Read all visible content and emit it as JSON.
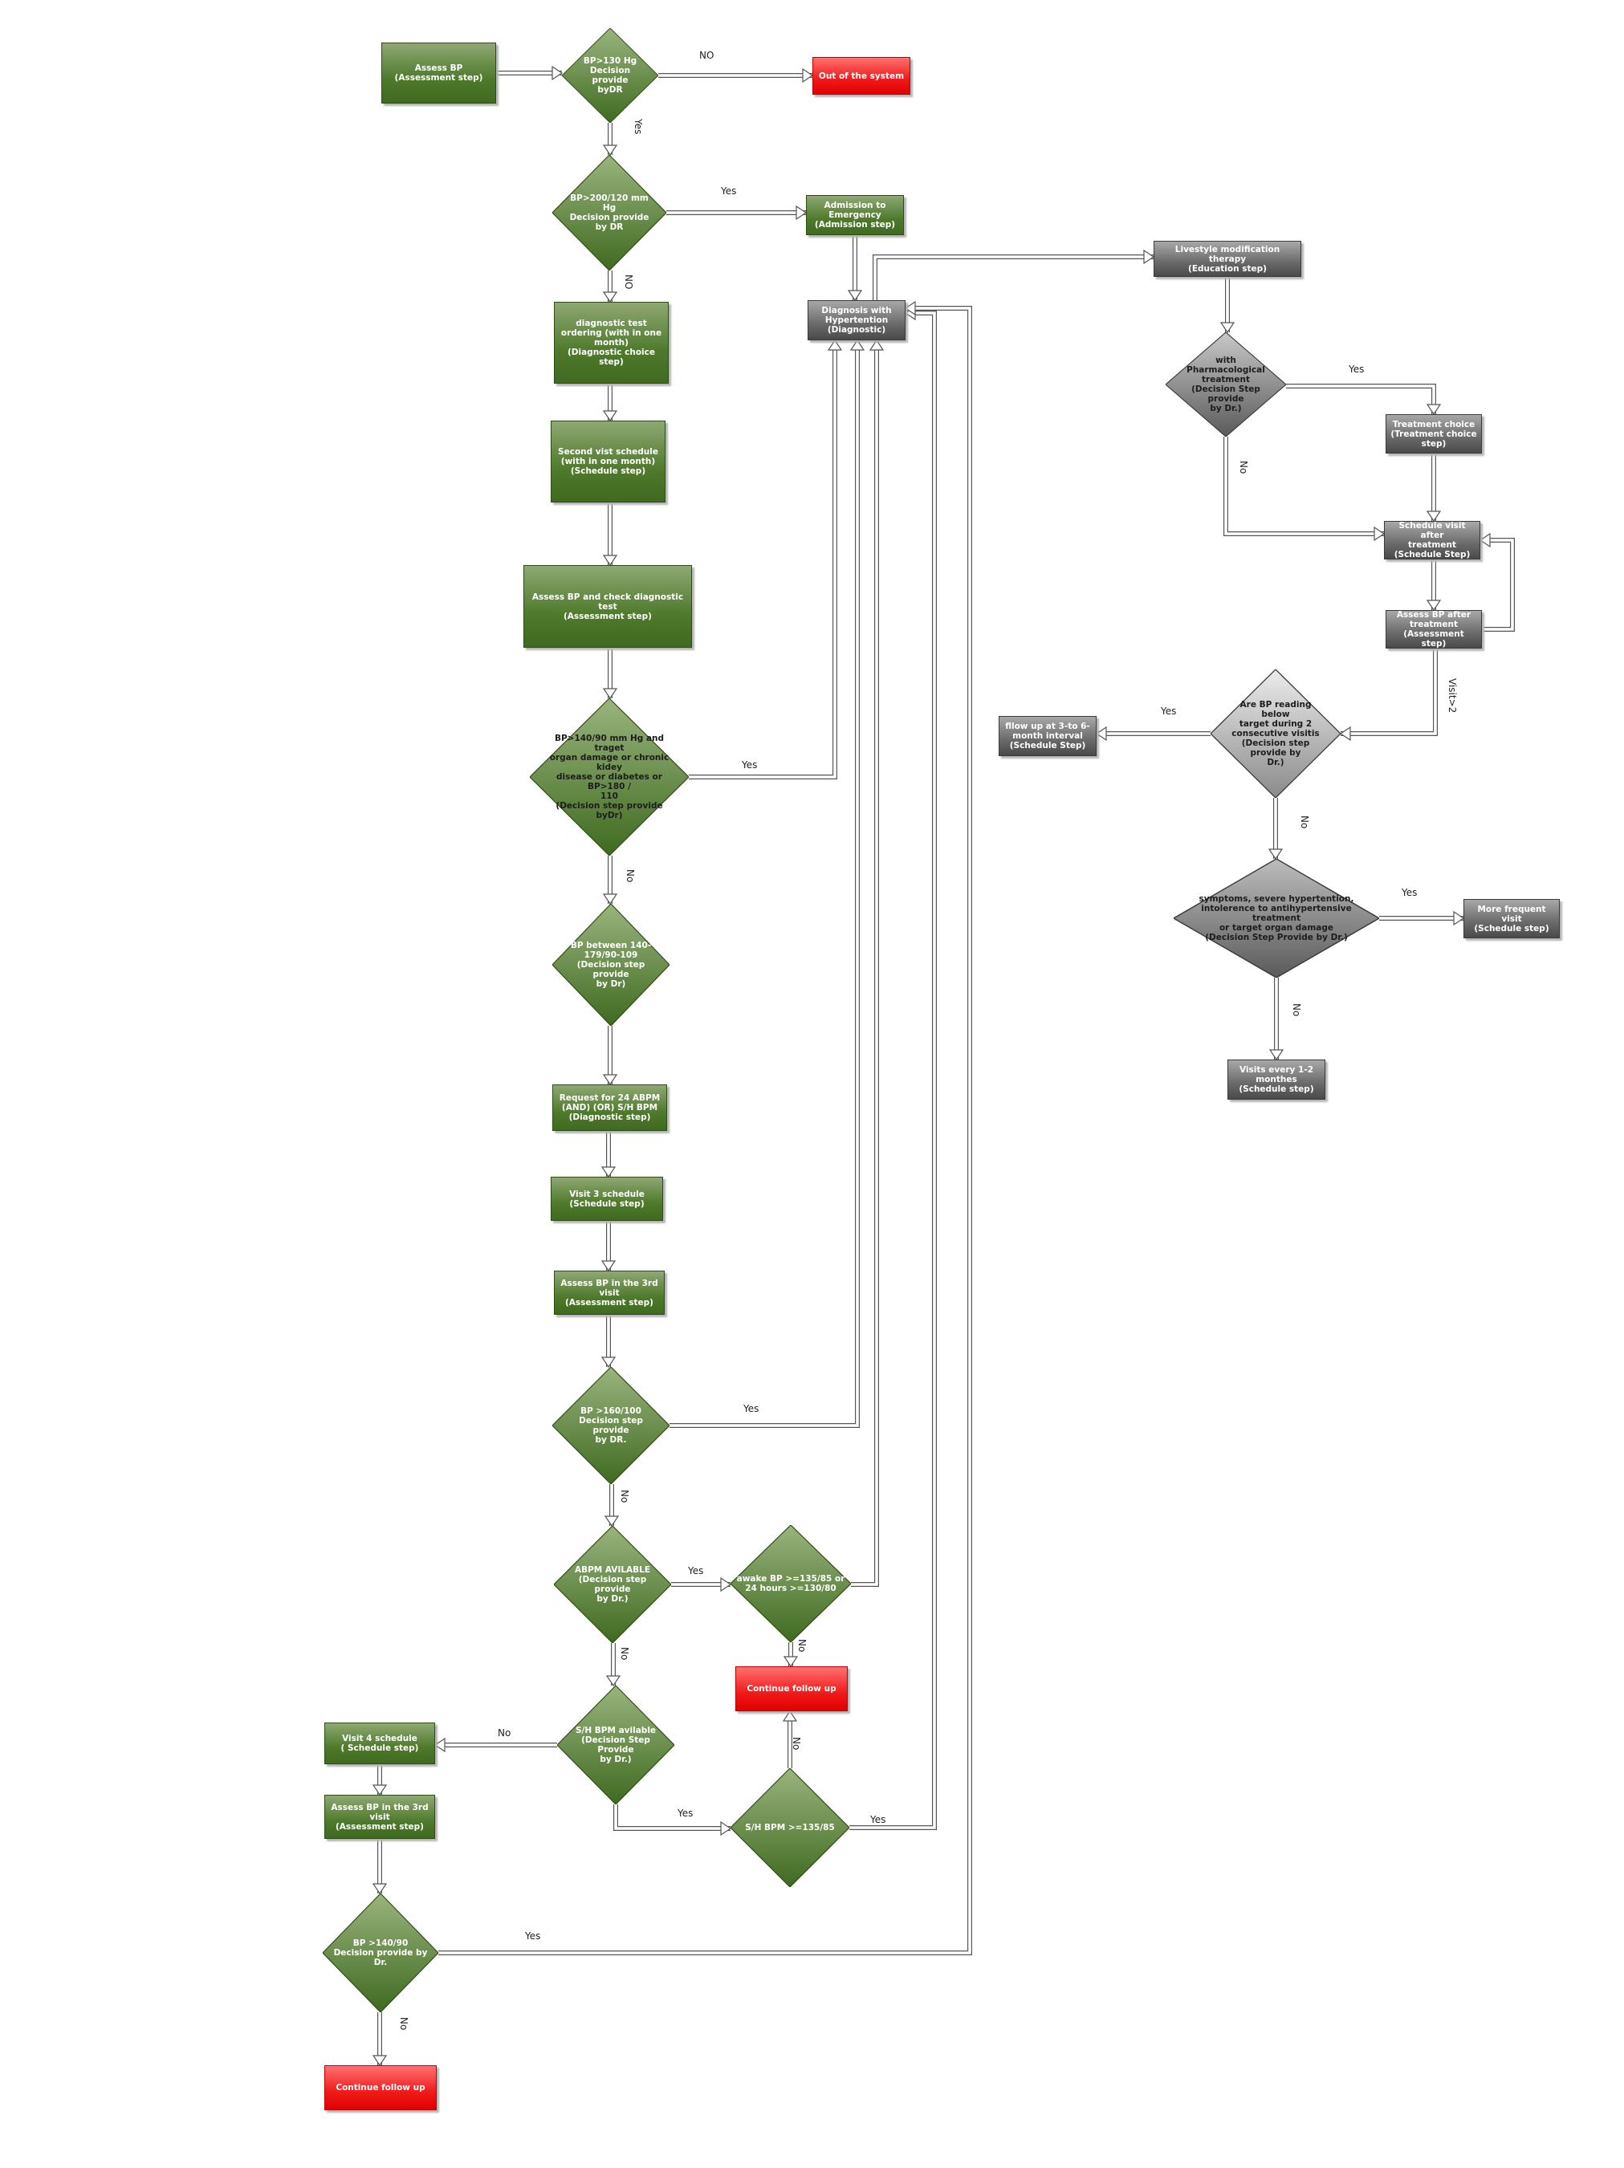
{
  "nodes": {
    "assess_bp": "Assess BP\n(Assessment step)",
    "out_of_system": "Out of the system",
    "d_bp130": "BP>130 Hg\nDecision provide\nbyDR",
    "d_bp200": "BP>200/120 mm Hg\nDecision provide by DR",
    "admission": "Admission to\nEmergency\n(Admission step)",
    "diagnosis_htn": "Diagnosis with\nHypertention\n(Diagnostic)",
    "lifestyle": "Livestyle modification therapy\n(Education step)",
    "diag_test_order": "diagnostic test\nordering (with in one\nmonth)\n(Diagnostic choice\nstep)",
    "second_visit": "Second vist schedule\n(with in one month)\n(Schedule step)",
    "assess_check_diag": "Assess BP and check diagnostic\ntest\n(Assessment step)",
    "d_bp140_target": "BP>140/90 mm Hg and traget\norgan damage or chronic kidey\ndisease or diabetes or BP>180 /\n110\n(Decision step provide byDr)",
    "d_bp_between": "BP between 140-\n179/90-109\n(Decision step provide\nby Dr)",
    "request_abpm": "Request for 24 ABPM\n(AND) (OR) S/H BPM\n(Diagnostic step)",
    "visit3": "Visit 3 schedule\n(Schedule step)",
    "assess_3rd": "Assess BP in the 3rd\nvisit\n(Assessment step)",
    "d_bp160": "BP >160/100\nDecision step provide\nby DR.",
    "d_abpm_avail": "ABPM AVILABLE\n(Decision step provide\nby Dr.)",
    "d_awake": "awake BP >=135/85 or\n24 hours >=130/80",
    "continue_followup_1": "Continue follow up",
    "d_sh_avail": "S/H BPM avilable\n(Decision Step Provide\nby Dr.)",
    "d_sh_135": "S/H BPM >=135/85",
    "visit4": "Visit 4 schedule\n( Schedule step)",
    "assess_3rd_b": "Assess BP in the 3rd\nvisit\n(Assessment step)",
    "d_bp140_90": "BP >140/90\nDecision provide by Dr.",
    "continue_followup_2": "Continue follow up",
    "d_pharm": "with Pharmacological\ntreatment\n(Decision Step provide\nby Dr.)",
    "treatment_choice": "Treatment choice\n(Treatment choice\nstep)",
    "schedule_after": "Schedule visit after\ntreatment\n(Schedule Step)",
    "assess_after": "Assess BP after\ntreatment\n(Assessment step)",
    "d_target": "Are BP reading below\ntarget during 2\nconsecutive visitis\n(Decision step provide by\nDr.)",
    "follow_up_interval": "fllow up at 3-to 6-\nmonth interval\n(Schedule Step)",
    "d_symptoms": "symptoms, severe hypertention,\nintolerence to antihypertensive treatment\nor target organ damage\n(Decision Step Provide by Dr.)",
    "more_frequent": "More frequent visit\n(Schedule step)",
    "visits_1_2": "Visits every 1-2\nmonthes\n(Schedule step)"
  },
  "edge_labels": {
    "no_out": "NO",
    "yes_bp130": "Yes",
    "yes_bp200": "Yes",
    "no_bp200": "NO",
    "yes_target140": "Yes",
    "no_target140": "No",
    "yes_bp160": "Yes",
    "no_bp160": "No",
    "yes_abpm": "Yes",
    "no_abpm": "No",
    "no_awake": "No",
    "no_sh_avail": "No",
    "yes_sh_avail": "Yes",
    "no_sh135": "No",
    "yes_sh135": "Yes",
    "yes_bp140_90": "Yes",
    "no_bp140_90": "No",
    "yes_pharm": "Yes",
    "no_pharm": "No",
    "visit2": "Visit>2",
    "yes_target": "Yes",
    "no_target": "No",
    "yes_symptoms": "Yes",
    "no_symptoms": "No"
  },
  "colors": {
    "green": "#4f7a2c",
    "gray": "#6a6a6a",
    "red": "#f01a1a",
    "edge": "#555555"
  }
}
